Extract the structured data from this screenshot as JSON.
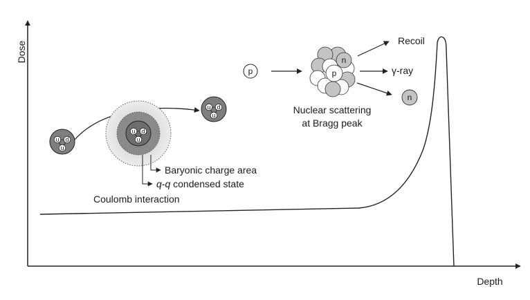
{
  "axes": {
    "x_label": "Depth",
    "y_label": "Dose"
  },
  "coulomb": {
    "label": "Coulomb interaction",
    "callout_outer": "Baryonic charge area",
    "callout_inner_italic": "q-q",
    "callout_inner_rest": " condensed state"
  },
  "proton_quarks": {
    "q1": "u",
    "q2": "d",
    "q3": "u"
  },
  "nuclear": {
    "label_line1": "Nuclear scattering",
    "label_line2": "at Bragg peak",
    "incoming": "p",
    "nucleus_p": "p",
    "nucleus_n": "n",
    "product_recoil": "Recoil",
    "product_gamma": "γ-ray",
    "product_neutron": "n"
  }
}
